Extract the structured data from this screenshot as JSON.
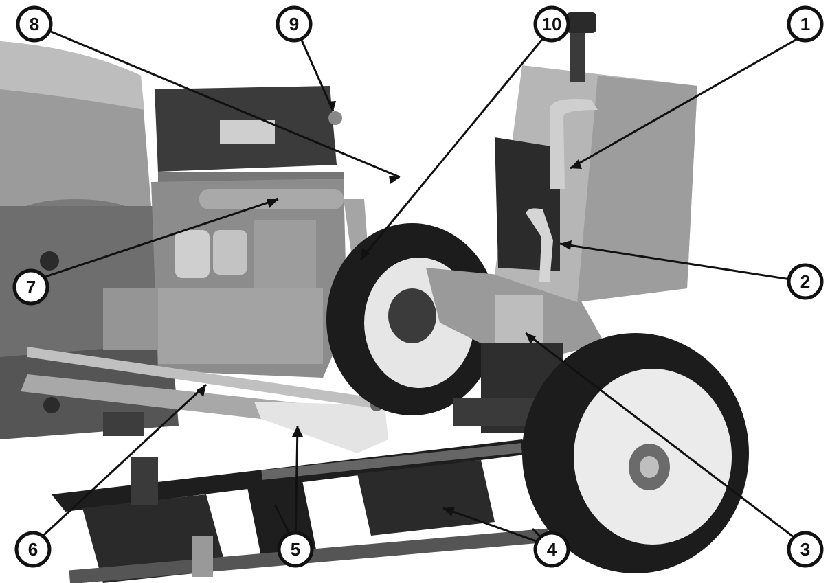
{
  "figure": {
    "type": "exploded-assembly-photo",
    "subject": "tractor front axle and radiator removal"
  },
  "callouts": [
    {
      "id": "c1",
      "label": "1"
    },
    {
      "id": "c2",
      "label": "2"
    },
    {
      "id": "c3",
      "label": "3"
    },
    {
      "id": "c4",
      "label": "4"
    },
    {
      "id": "c5",
      "label": "5"
    },
    {
      "id": "c6",
      "label": "6"
    },
    {
      "id": "c7",
      "label": "7"
    },
    {
      "id": "c8",
      "label": "8"
    },
    {
      "id": "c9",
      "label": "9"
    },
    {
      "id": "c10",
      "label": "10"
    }
  ],
  "colors": {
    "background": "#ffffff",
    "ink": "#111111",
    "metal_dark": "#3a3a3a",
    "metal_mid": "#8a8a8a",
    "metal_light": "#c9c9c9",
    "tire": "#1c1c1c",
    "wheel_rim": "#e8e8e8"
  }
}
